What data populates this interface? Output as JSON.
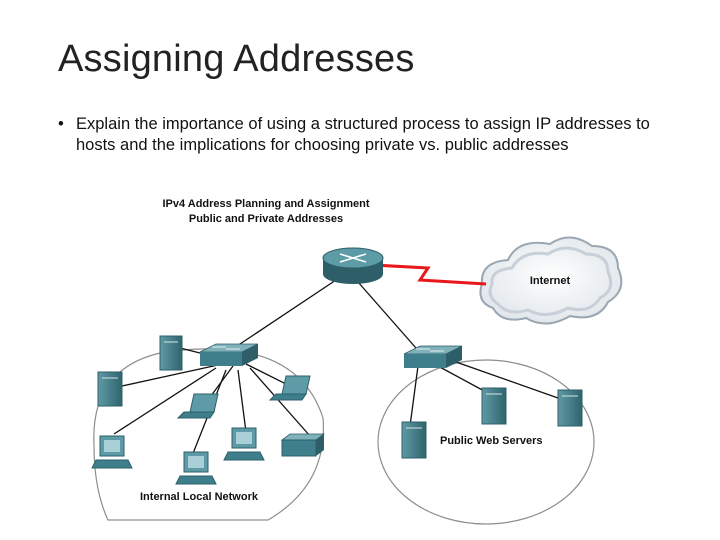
{
  "slide": {
    "title": "Assigning Addresses",
    "bullet_marker": "•",
    "bullet_text": "Explain the importance of using a structured process to assign IP addresses to hosts and the implications for choosing private vs. public addresses"
  },
  "diagram": {
    "title_line1": "IPv4 Address Planning and Assignment",
    "title_line2": "Public and Private Addresses",
    "internet_label": "Internet",
    "public_servers_label": "Public Web Servers",
    "internal_network_label": "Internal Local Network",
    "icons": [
      "router-icon",
      "cloud-icon",
      "switch-icon",
      "server-icon",
      "laptop-icon",
      "desktop-icon",
      "printer-icon"
    ],
    "colors": {
      "device_teal": "#4a8a96",
      "device_dark": "#2e5f69",
      "wan_link": "#e8191c",
      "cloud_fill": "#eef1f4",
      "cloud_stroke": "#9aa7b3",
      "zone_stroke": "#8e8e8e"
    }
  }
}
